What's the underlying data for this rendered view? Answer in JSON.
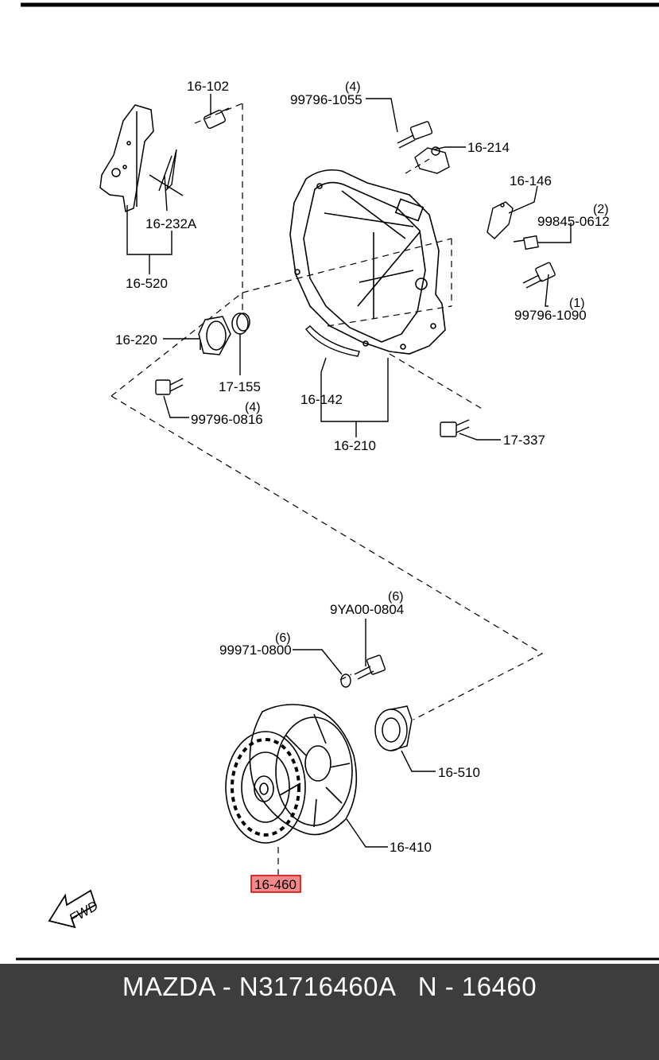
{
  "diagram": {
    "labels": {
      "p16_102": "16-102",
      "p99796_1055": "99796-1055",
      "q_1055": "(4)",
      "p16_214": "16-214",
      "p16_146": "16-146",
      "p99845_0612": "99845-0612",
      "q_0612": "(2)",
      "p16_232a": "16-232A",
      "p16_520": "16-520",
      "p99796_1090": "99796-1090",
      "q_1090": "(1)",
      "p16_220": "16-220",
      "p17_155": "17-155",
      "p99796_0816": "99796-0816",
      "q_0816": "(4)",
      "p16_142": "16-142",
      "p16_210": "16-210",
      "p17_337": "17-337",
      "p9ya00_0804": "9YA00-0804",
      "q_0804": "(6)",
      "p99971_0800": "99971-0800",
      "q_0800": "(6)",
      "p16_510": "16-510",
      "p16_410": "16-410",
      "p16_460": "16-460",
      "fwd": "FWD"
    },
    "highlight_color": "#f08a8a"
  },
  "footer": {
    "text": "MAZDA - N31716460A   N - 16460"
  }
}
